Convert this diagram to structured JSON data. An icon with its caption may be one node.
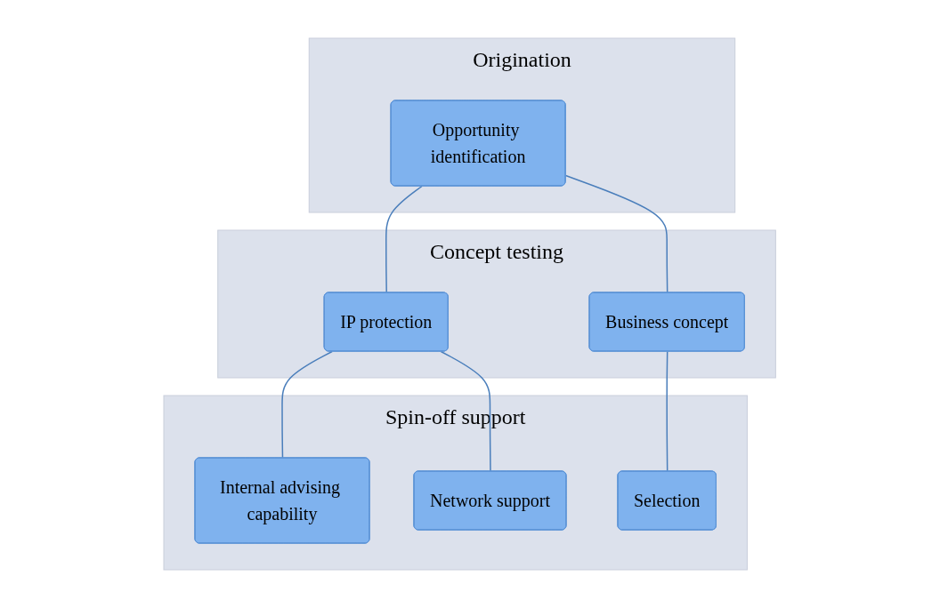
{
  "diagram": {
    "nodes": [
      {
        "text": [
          "Origination"
        ]
      },
      {
        "text": [
          "Opportunity identification"
        ],
        "in": 0
      },
      {
        "text": [
          "Concept testing"
        ]
      },
      {
        "text": [
          "IP protection"
        ],
        "in": 2
      },
      {
        "text": [
          "Business concept"
        ],
        "in": 2
      },
      {
        "text": [
          "Spin-off support"
        ]
      },
      {
        "text": [
          "Internal advising capability"
        ],
        "in": 5
      },
      {
        "text": [
          "Network support"
        ],
        "in": 5
      },
      {
        "text": [
          "Selection"
        ],
        "in": 5
      }
    ],
    "edges": [
      {
        "from": 1,
        "to": 3,
        "arrow": "none"
      },
      {
        "from": 1,
        "to": 4,
        "arrow": "none"
      },
      {
        "from": 3,
        "to": 6,
        "arrow": "none"
      },
      {
        "from": 3,
        "to": 7,
        "arrow": "none"
      },
      {
        "from": 4,
        "to": 8,
        "arrow": "none"
      }
    ]
  }
}
